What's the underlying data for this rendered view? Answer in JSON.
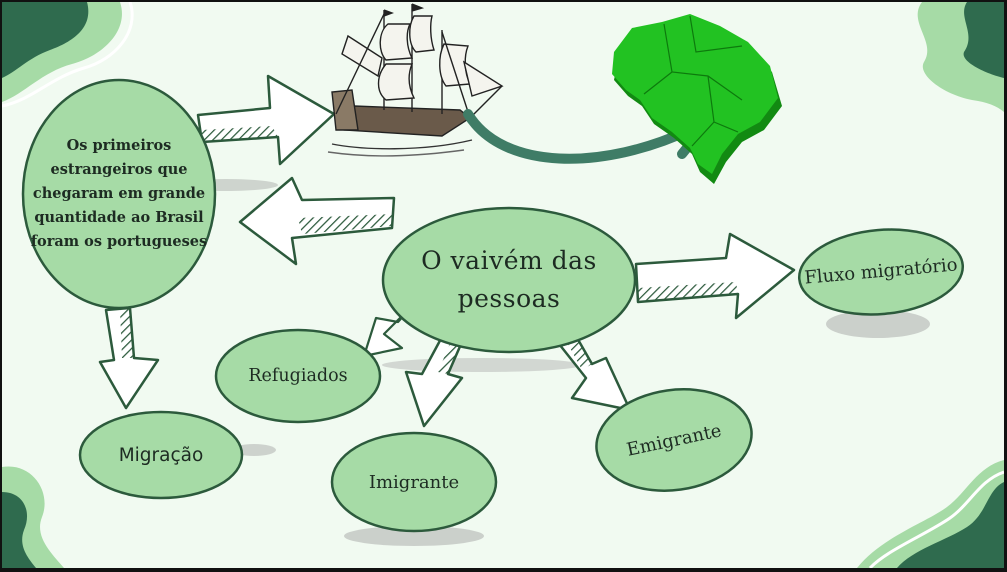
{
  "mind_map": {
    "center": "O vaivém das pessoas",
    "intro": "Os primeiros estrangeiros que chegaram em grande quantidade ao Brasil foram os portugueses",
    "fluxo": "Fluxo migratório",
    "refugiados": "Refugiados",
    "migracao": "Migração",
    "imigrante": "Imigrante",
    "emigrante": "Emigrante"
  },
  "icons": [
    "ship-illustration",
    "brazil-map-icon"
  ],
  "colors": {
    "bubble_fill": "#a6dba6",
    "bubble_stroke": "#2c5a3c",
    "dark_green": "#2f6b4e",
    "curved_arrow": "#3f7c66",
    "map_green": "#22c222",
    "background": "#f1faf1"
  }
}
